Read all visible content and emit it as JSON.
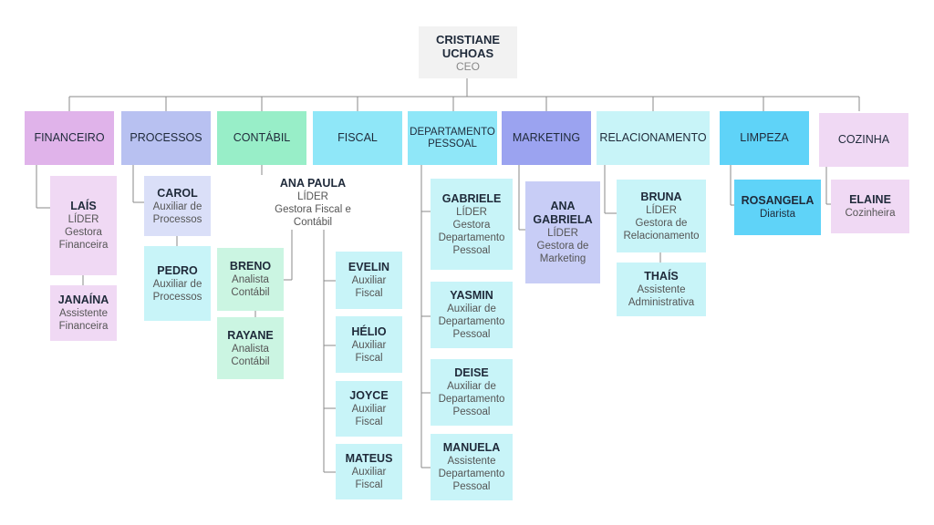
{
  "ceo": {
    "name": "CRISTIANE UCHOAS",
    "role": "CEO"
  },
  "departments": [
    {
      "name": "FINANCEIRO",
      "color": "#e0b3ea",
      "members": [
        {
          "name": "LAÍS",
          "lines": [
            "LÍDER",
            "Gestora Financeira"
          ],
          "color": "#f0d9f4"
        },
        {
          "name": "JANAÍNA",
          "lines": [
            "Assistente Financeira"
          ],
          "color": "#f0d9f4"
        }
      ]
    },
    {
      "name": "PROCESSOS",
      "color": "#b8c1f1",
      "members": [
        {
          "name": "CAROL",
          "lines": [
            "Auxiliar de Processos"
          ],
          "color": "#dadff8"
        },
        {
          "name": "PEDRO",
          "lines": [
            "Auxiliar de Processos"
          ],
          "color": "#c8f4f8"
        }
      ]
    },
    {
      "name": "CONTÁBIL",
      "color": "#98eec8",
      "members": [
        {
          "name": "BRENO",
          "lines": [
            "Analista Contábil"
          ],
          "color": "#cbf5e2"
        },
        {
          "name": "RAYANE",
          "lines": [
            "Analista Contábil"
          ],
          "color": "#cbf5e2"
        }
      ]
    },
    {
      "name": "FISCAL",
      "color": "#8fe7f8",
      "members": [
        {
          "name": "ANA PAULA",
          "lines": [
            "LÍDER",
            "Gestora Fiscal e Contábil"
          ],
          "color": "#ffffff"
        },
        {
          "name": "EVELIN",
          "lines": [
            "Auxiliar Fiscal"
          ],
          "color": "#c8f4f8"
        },
        {
          "name": "HÉLIO",
          "lines": [
            "Auxiliar Fiscal"
          ],
          "color": "#c8f4f8"
        },
        {
          "name": "JOYCE",
          "lines": [
            "Auxiliar Fiscal"
          ],
          "color": "#c8f4f8"
        },
        {
          "name": "MATEUS",
          "lines": [
            "Auxiliar Fiscal"
          ],
          "color": "#c8f4f8"
        }
      ]
    },
    {
      "name": "DEPARTAMENTO PESSOAL",
      "color": "#8fe7f8",
      "members": [
        {
          "name": "GABRIELE",
          "lines": [
            "LÍDER",
            "Gestora Departamento Pessoal"
          ],
          "color": "#c8f4f8"
        },
        {
          "name": "YASMIN",
          "lines": [
            "Auxiliar de Departamento Pessoal"
          ],
          "color": "#c8f4f8"
        },
        {
          "name": "DEISE",
          "lines": [
            "Auxiliar de Departamento Pessoal"
          ],
          "color": "#c8f4f8"
        },
        {
          "name": "MANUELA",
          "lines": [
            "Assistente Departamento Pessoal"
          ],
          "color": "#c8f4f8"
        }
      ]
    },
    {
      "name": "MARKETING",
      "color": "#9ba3f0",
      "members": [
        {
          "name": "ANA GABRIELA",
          "lines": [
            "LÍDER",
            "Gestora de Marketing"
          ],
          "color": "#c8cdf6"
        }
      ]
    },
    {
      "name": "RELACIONAMENTO",
      "color": "#c8f4f8",
      "members": [
        {
          "name": "BRUNA",
          "lines": [
            "LÍDER",
            "Gestora de Relacionamento"
          ],
          "color": "#c8f4f8"
        },
        {
          "name": "THAÍS",
          "lines": [
            "Assistente Administrativa"
          ],
          "color": "#c8f4f8"
        }
      ]
    },
    {
      "name": "LIMPEZA",
      "color": "#5fd3f8",
      "members": [
        {
          "name": "ROSANGELA",
          "lines": [
            "Diarista"
          ],
          "color": "#5fd3f8"
        }
      ]
    },
    {
      "name": "COZINHA",
      "color": "#f0d9f4",
      "members": [
        {
          "name": "ELAINE",
          "lines": [
            "Cozinheira"
          ],
          "color": "#f0d9f4"
        }
      ]
    }
  ]
}
